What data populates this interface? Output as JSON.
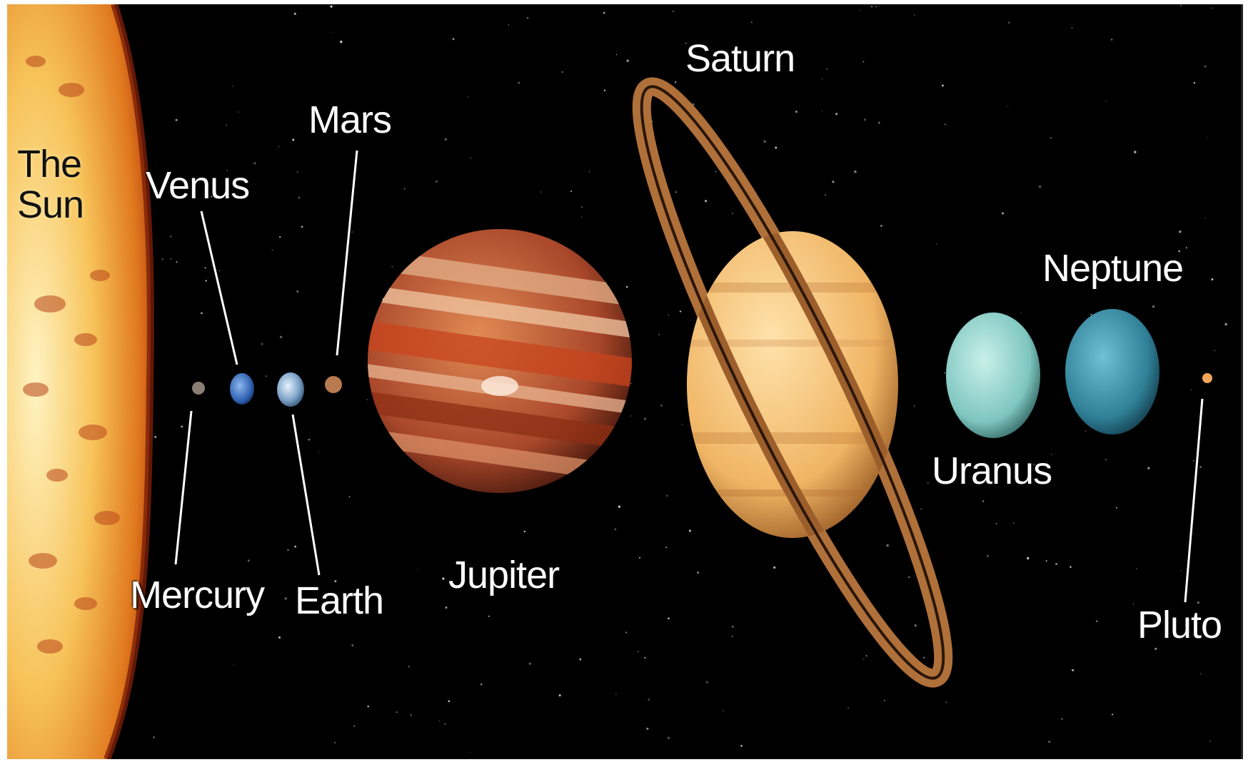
{
  "bodies": [
    {
      "id": "sun",
      "label_line1": "The",
      "label_line2": "Sun"
    },
    {
      "id": "mercury",
      "label": "Mercury"
    },
    {
      "id": "venus",
      "label": "Venus"
    },
    {
      "id": "earth",
      "label": "Earth"
    },
    {
      "id": "mars",
      "label": "Mars"
    },
    {
      "id": "jupiter",
      "label": "Jupiter"
    },
    {
      "id": "saturn",
      "label": "Saturn"
    },
    {
      "id": "uranus",
      "label": "Uranus"
    },
    {
      "id": "neptune",
      "label": "Neptune"
    },
    {
      "id": "pluto",
      "label": "Pluto"
    }
  ],
  "colors": {
    "space": "#000000",
    "sun": "#f6b23a",
    "jupiter": "#b5532a",
    "saturn": "#f0b56a",
    "uranus": "#7fc6c0",
    "neptune": "#2f7f96",
    "label": "#ffffff"
  }
}
